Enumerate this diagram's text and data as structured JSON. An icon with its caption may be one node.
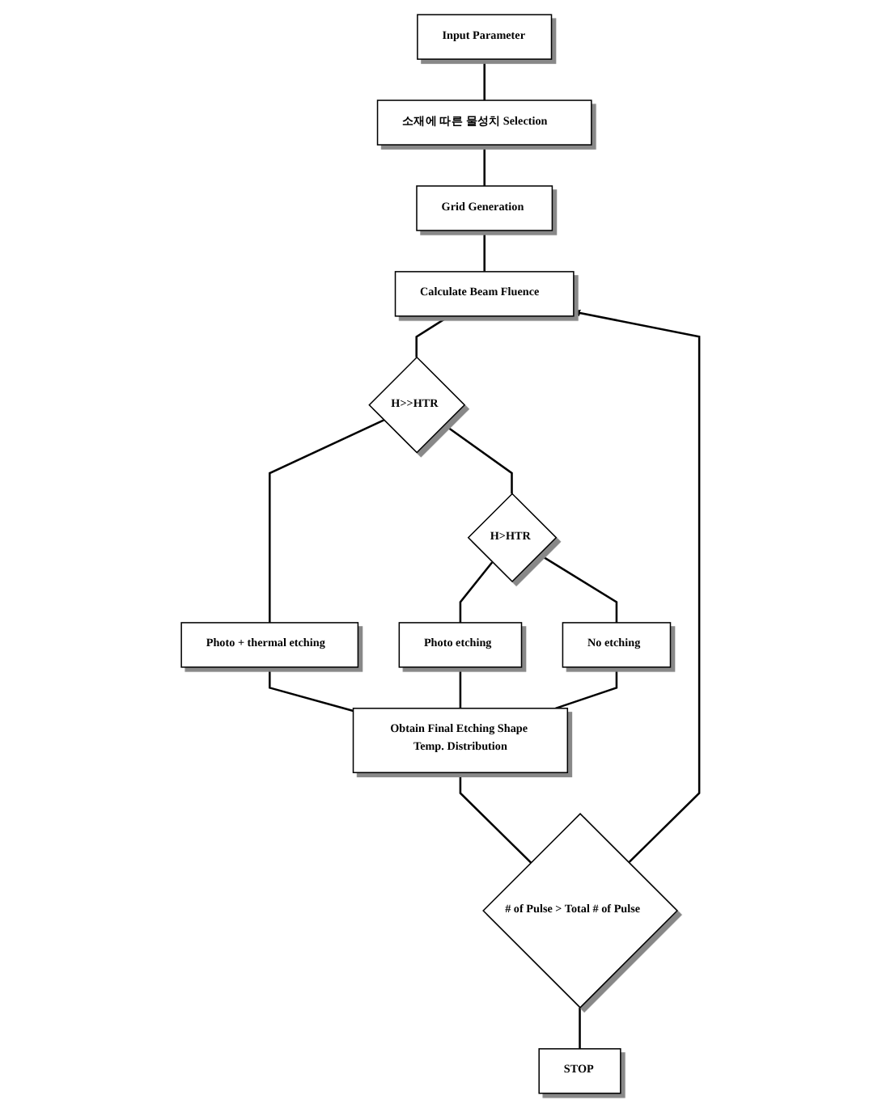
{
  "diagram": {
    "nodes": [
      {
        "text": [
          "Input Parameter"
        ]
      },
      {
        "text": [
          "소재에 따른 물성치 Selection"
        ]
      },
      {
        "text": [
          "Grid Generation"
        ]
      },
      {
        "text": [
          "Calculate Beam Fluence"
        ]
      },
      {
        "text": [
          "H>>HTR"
        ]
      },
      {
        "text": [
          "Photo + thermal etching"
        ]
      },
      {
        "text": [
          "H>HTR"
        ]
      },
      {
        "text": [
          "Photo etching"
        ]
      },
      {
        "text": [
          "No etching"
        ]
      },
      {
        "text": [
          "Obtain Final Etching Shape Temp. Distribution"
        ]
      },
      {
        "text": [
          "# of Pulse > Total # of Pulse"
        ]
      },
      {
        "text": [
          "STOP"
        ]
      }
    ],
    "edges": [
      {
        "from": 0,
        "to": 1,
        "arrow": "none"
      },
      {
        "from": 1,
        "to": 2,
        "arrow": "none"
      },
      {
        "from": 2,
        "to": 3,
        "arrow": "none"
      },
      {
        "from": 3,
        "to": 4,
        "arrow": "none"
      },
      {
        "from": 4,
        "to": 5,
        "arrow": "none"
      },
      {
        "from": 4,
        "to": 6,
        "arrow": "none"
      },
      {
        "from": 6,
        "to": 7,
        "arrow": "none"
      },
      {
        "from": 6,
        "to": 8,
        "arrow": "none"
      },
      {
        "from": 5,
        "to": 9,
        "arrow": "none"
      },
      {
        "from": 7,
        "to": 9,
        "arrow": "none"
      },
      {
        "from": 8,
        "to": 9,
        "arrow": "none"
      },
      {
        "from": 9,
        "to": 10,
        "arrow": "none"
      },
      {
        "from": 10,
        "to": 11,
        "arrow": "none"
      },
      {
        "from": 10,
        "to": 3,
        "arrow": "to"
      }
    ]
  }
}
